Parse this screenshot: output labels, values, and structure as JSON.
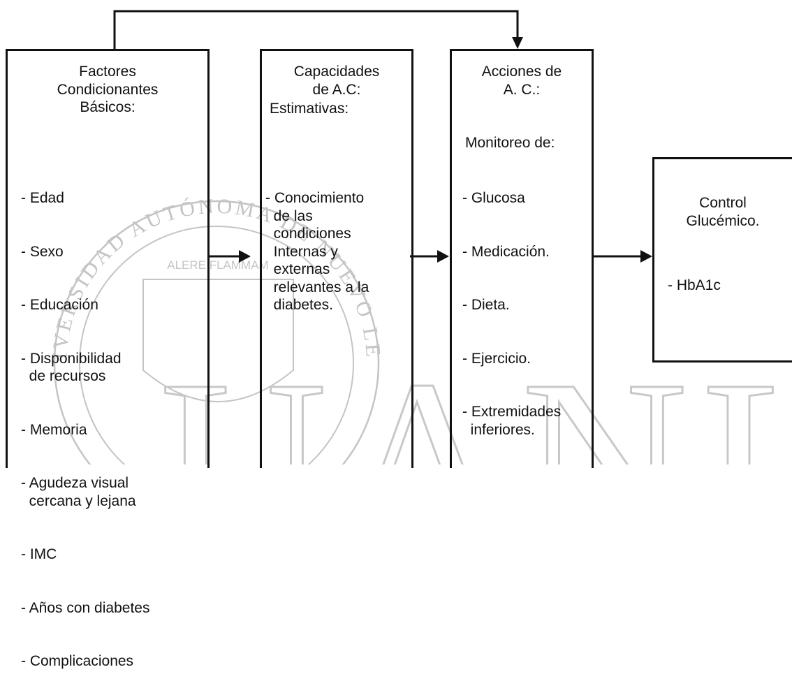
{
  "watermark": {
    "big_letters": "UANL",
    "seal_motto": "ALERE FLAMMAM",
    "seal_ring": "UNIVERSIDAD AUTÓNOMA DE NUEVO LEÓN"
  },
  "boxes": {
    "factores": {
      "title": "Factores\nCondicionantes\nBásicos:",
      "items": [
        "- Edad",
        "- Sexo",
        "- Educación",
        "- Disponibilidad\n  de recursos",
        "- Memoria",
        "- Agudeza visual\n  cercana y lejana",
        "- IMC",
        "- Años con diabetes",
        "- Complicaciones"
      ]
    },
    "capacidades": {
      "title": "Capacidades\nde A.C:",
      "subtitle": "Estimativas:",
      "items": [
        "- Conocimiento\n  de las\n  condiciones\n  Internas y\n  externas\n  relevantes a la\n  diabetes."
      ]
    },
    "acciones": {
      "title": "Acciones de\nA. C.:",
      "subtitle": "Monitoreo de:",
      "items": [
        "- Glucosa",
        "- Medicación.",
        "- Dieta.",
        "- Ejercicio.",
        "- Extremidades\n  inferiores."
      ]
    },
    "control": {
      "title": "Control\nGlucémico.",
      "items": [
        "- HbA1c"
      ]
    }
  },
  "colors": {
    "line": "#111111",
    "watermark": "#c4c4c4"
  }
}
